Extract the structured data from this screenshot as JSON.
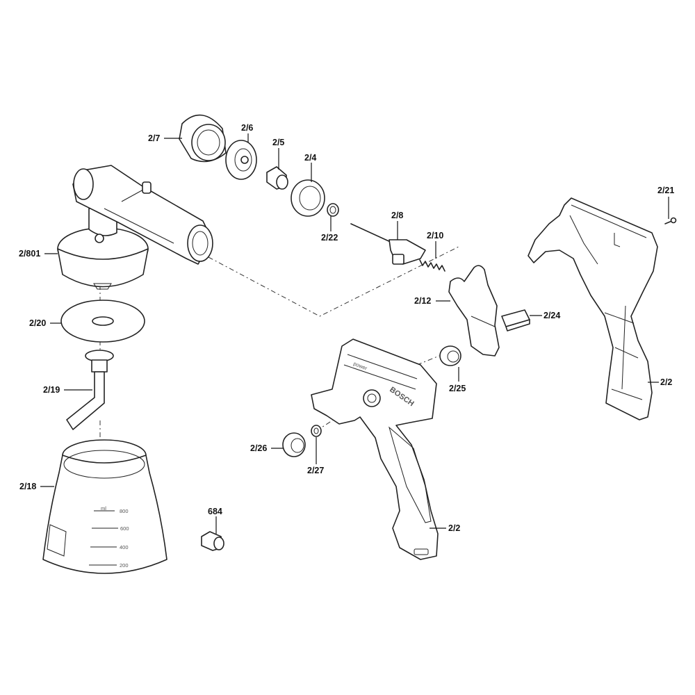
{
  "labels": {
    "p2_7": "2/7",
    "p2_6": "2/6",
    "p2_5": "2/5",
    "p2_4": "2/4",
    "p2_22": "2/22",
    "p2_8": "2/8",
    "p2_10": "2/10",
    "p2_12": "2/12",
    "p2_24": "2/24",
    "p2_21": "2/21",
    "p2_801": "2/801",
    "p2_20": "2/20",
    "p2_19": "2/19",
    "p2_18": "2/18",
    "p2_25": "2/25",
    "p2_26": "2/26",
    "p2_27": "2/27",
    "p684": "684",
    "p2_2_front": "2/2",
    "p2_2_rear": "2/2"
  },
  "container_scale": {
    "s800": "800",
    "s600": "600",
    "s400": "400",
    "s200": "200",
    "unit": "ml"
  },
  "brand": "BOSCH"
}
